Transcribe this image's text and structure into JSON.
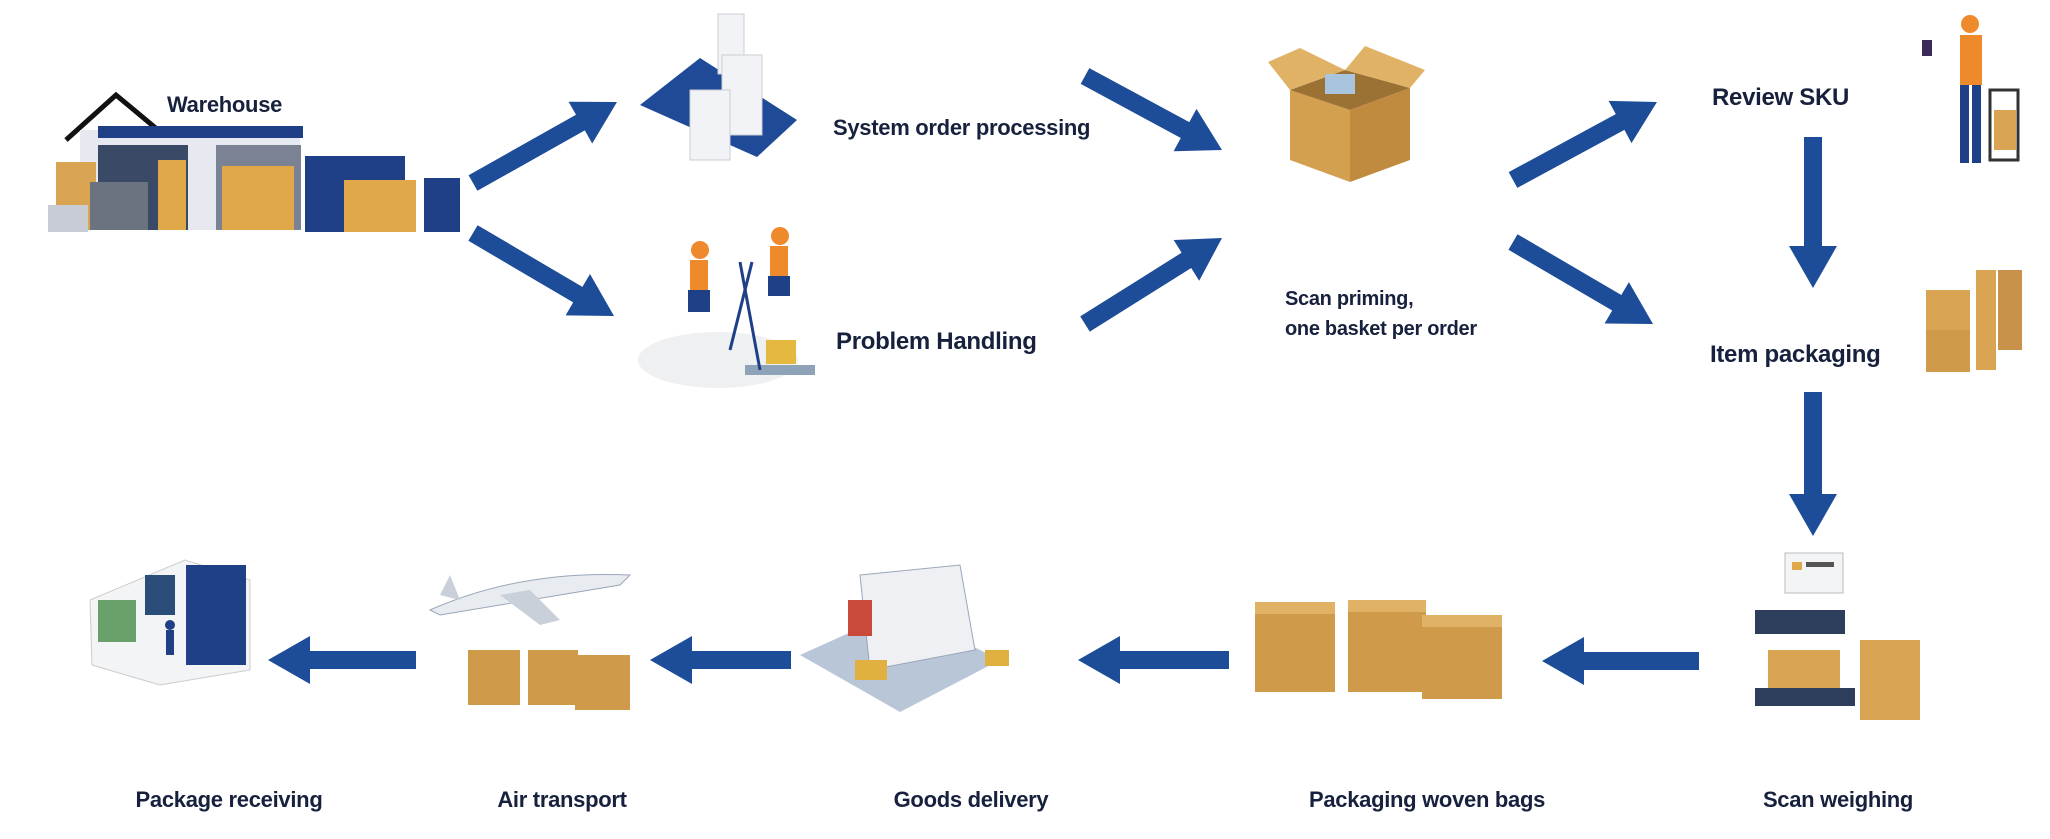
{
  "colors": {
    "arrow": "#1d4c98",
    "text": "#17213d",
    "box": "#d9a552",
    "box_dark": "#b9853a",
    "navy": "#1f3f86",
    "orange": "#ee8a2c"
  },
  "steps": {
    "warehouse": "Warehouse",
    "system_order": "System order processing",
    "problem_handling": "Problem Handling",
    "scan_priming_line1": "Scan priming,",
    "scan_priming_line2": "one basket per order",
    "review_sku": "Review SKU",
    "item_packaging": "Item packaging",
    "scan_weighing": "Scan weighing",
    "woven_bags": "Packaging woven bags",
    "goods_delivery": "Goods delivery",
    "air_transport": "Air transport",
    "package_receiving": "Package receiving"
  },
  "icons": [
    "warehouse-icon",
    "computer-terminals-icon",
    "workers-cart-icon",
    "open-box-icon",
    "worker-scanner-icon",
    "stacked-boxes-icon",
    "weighing-scale-icon",
    "boxes-icon",
    "delivery-truck-icon",
    "airplane-icon",
    "receiving-station-icon"
  ]
}
